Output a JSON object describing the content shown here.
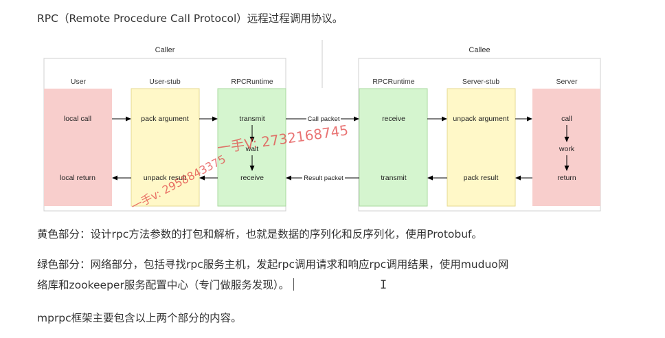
{
  "intro": "RPC（Remote Procedure Call Protocol）远程过程调用协议。",
  "diagram": {
    "groups": {
      "caller": "Caller",
      "callee": "Callee"
    },
    "headers": {
      "user": "User",
      "user_stub": "User-stub",
      "rpc_runtime_caller": "RPCRuntime",
      "rpc_runtime_callee": "RPCRuntime",
      "server_stub": "Server-stub",
      "server": "Server"
    },
    "user": {
      "top": "local call",
      "bottom": "local return"
    },
    "user_stub": {
      "top": "pack argument",
      "bottom": "unpack result"
    },
    "rpc_runtime_caller": {
      "top": "transmit",
      "mid": "wait",
      "bottom": "receive"
    },
    "rpc_runtime_callee": {
      "top": "receive",
      "bottom": "transmit"
    },
    "server_stub": {
      "top": "unpack argument",
      "bottom": "pack result"
    },
    "server": {
      "top": "call",
      "mid": "work",
      "bottom": "return"
    },
    "links": {
      "call_packet": "Call packet",
      "result_packet": "Result packet"
    },
    "colors": {
      "red": "#f8cecc",
      "yellow": "#fff8c8",
      "green": "#d5f5cf"
    }
  },
  "paragraphs": {
    "yellow_part": "黄色部分：设计rpc方法参数的打包和解析，也就是数据的序列化和反序列化，使用Protobuf。",
    "green_part_line1": "绿色部分：网络部分，包括寻找rpc服务主机，发起rpc调用请求和响应rpc调用结果，使用muduo网",
    "green_part_line2": "络库和zookeeper服务配置中心（专门做服务发现）。",
    "summary": "mprpc框架主要包含以上两个部分的内容。"
  },
  "watermarks": {
    "wm1": "一手V: 2732168745",
    "wm2": "一手v: 2958843375"
  }
}
